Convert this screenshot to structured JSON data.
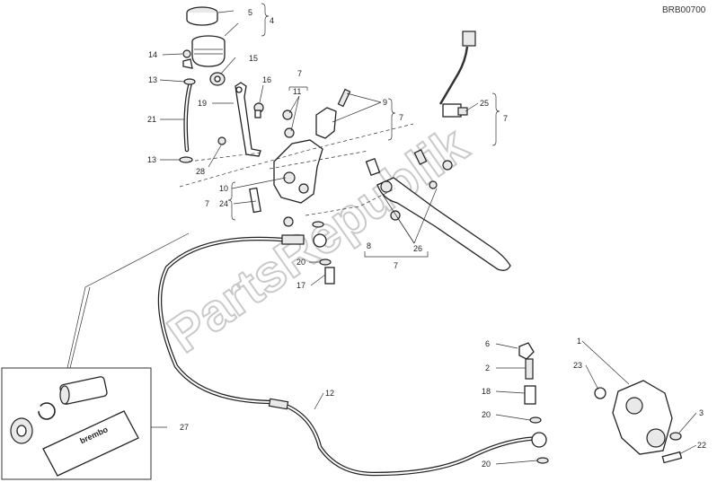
{
  "diagram_code": "BRB00700",
  "watermark": "PartsRepublik",
  "kit_logo_text": "brembo",
  "callouts": [
    {
      "id": "c-5",
      "text": "5"
    },
    {
      "id": "c-4",
      "text": "4"
    },
    {
      "id": "c-14",
      "text": "14"
    },
    {
      "id": "c-15",
      "text": "15"
    },
    {
      "id": "c-13a",
      "text": "13"
    },
    {
      "id": "c-16",
      "text": "16"
    },
    {
      "id": "c-19",
      "text": "19"
    },
    {
      "id": "c-21",
      "text": "21"
    },
    {
      "id": "c-13b",
      "text": "13"
    },
    {
      "id": "c-28",
      "text": "28"
    },
    {
      "id": "c-7a",
      "text": "7"
    },
    {
      "id": "c-11",
      "text": "11"
    },
    {
      "id": "c-9",
      "text": "9"
    },
    {
      "id": "c-7b",
      "text": "7"
    },
    {
      "id": "c-25",
      "text": "25"
    },
    {
      "id": "c-7c",
      "text": "7"
    },
    {
      "id": "c-10",
      "text": "10"
    },
    {
      "id": "c-7d",
      "text": "7"
    },
    {
      "id": "c-24",
      "text": "24"
    },
    {
      "id": "c-8",
      "text": "8"
    },
    {
      "id": "c-26",
      "text": "26"
    },
    {
      "id": "c-7e",
      "text": "7"
    },
    {
      "id": "c-20a",
      "text": "20"
    },
    {
      "id": "c-17",
      "text": "17"
    },
    {
      "id": "c-27",
      "text": "27"
    },
    {
      "id": "c-12",
      "text": "12"
    },
    {
      "id": "c-6",
      "text": "6"
    },
    {
      "id": "c-2",
      "text": "2"
    },
    {
      "id": "c-18",
      "text": "18"
    },
    {
      "id": "c-20b",
      "text": "20"
    },
    {
      "id": "c-20c",
      "text": "20"
    },
    {
      "id": "c-1",
      "text": "1"
    },
    {
      "id": "c-23",
      "text": "23"
    },
    {
      "id": "c-3",
      "text": "3"
    },
    {
      "id": "c-22",
      "text": "22"
    }
  ]
}
